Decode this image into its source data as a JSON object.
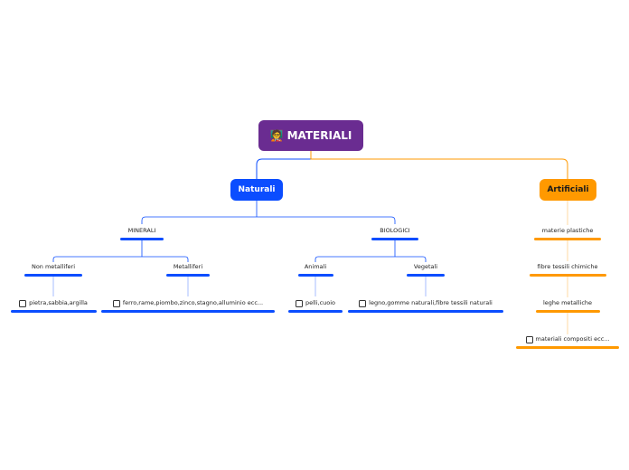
{
  "root": {
    "label": "MATERIALI",
    "icon": "teacher-emoji-icon"
  },
  "naturali": {
    "label": "Naturali",
    "minerali": {
      "label": "MINERALI",
      "non_metalliferi": {
        "label": "Non metalliferi",
        "item": "pietra,sabbia,argilla"
      },
      "metalliferi": {
        "label": "Metalliferi",
        "item": "ferro,rame,piombo,zinco,stagno,alluminio ecc..."
      }
    },
    "biologici": {
      "label": "BIOLOGICI",
      "animali": {
        "label": "Animali",
        "item": "pelli,cuoio"
      },
      "vegetali": {
        "label": "Vegetali",
        "item": "legno,gomme naturali,fibre tessili naturali"
      }
    }
  },
  "artificiali": {
    "label": "Artificiali",
    "items": [
      "materie plastiche",
      "fibre tessili chimiche",
      "leghe metalliche",
      "materiali compositi ecc..."
    ]
  },
  "colors": {
    "root": "#6a2c91",
    "naturali": "#0b4dff",
    "artificiali": "#ff9900"
  }
}
